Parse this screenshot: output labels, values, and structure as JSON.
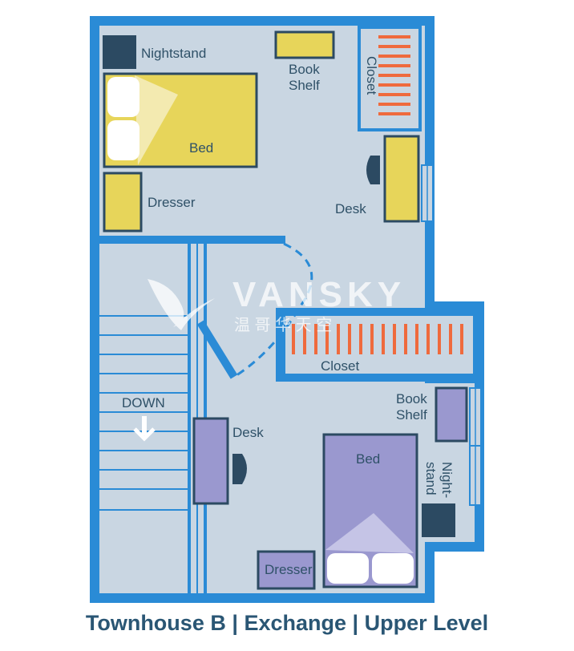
{
  "caption": {
    "building": "Townhouse B",
    "sep1": "|",
    "type": "Exchange",
    "sep2": "|",
    "level": "Upper Level"
  },
  "watermark": {
    "brand": "VANSKY",
    "chinese": "温 哥 华 天 空"
  },
  "room_top": {
    "nightstand": "Nightstand",
    "bookshelf_line1": "Book",
    "bookshelf_line2": "Shelf",
    "closet": "Closet",
    "bed": "Bed",
    "dresser": "Dresser",
    "desk": "Desk"
  },
  "room_bottom": {
    "closet": "Closet",
    "bookshelf_line1": "Book",
    "bookshelf_line2": "Shelf",
    "desk": "Desk",
    "bed": "Bed",
    "nightstand_line1": "Night-",
    "nightstand_line2": "stand",
    "dresser": "Dresser"
  },
  "stairs": {
    "label": "DOWN"
  },
  "colors": {
    "wall": "#2a8bd6",
    "floor": "#c9d6e2",
    "yellow_furniture": "#e7d55a",
    "purple_furniture": "#9a98cf",
    "closet_rails": "#ef6a3d",
    "dark_nightstand": "#2c4a62"
  }
}
